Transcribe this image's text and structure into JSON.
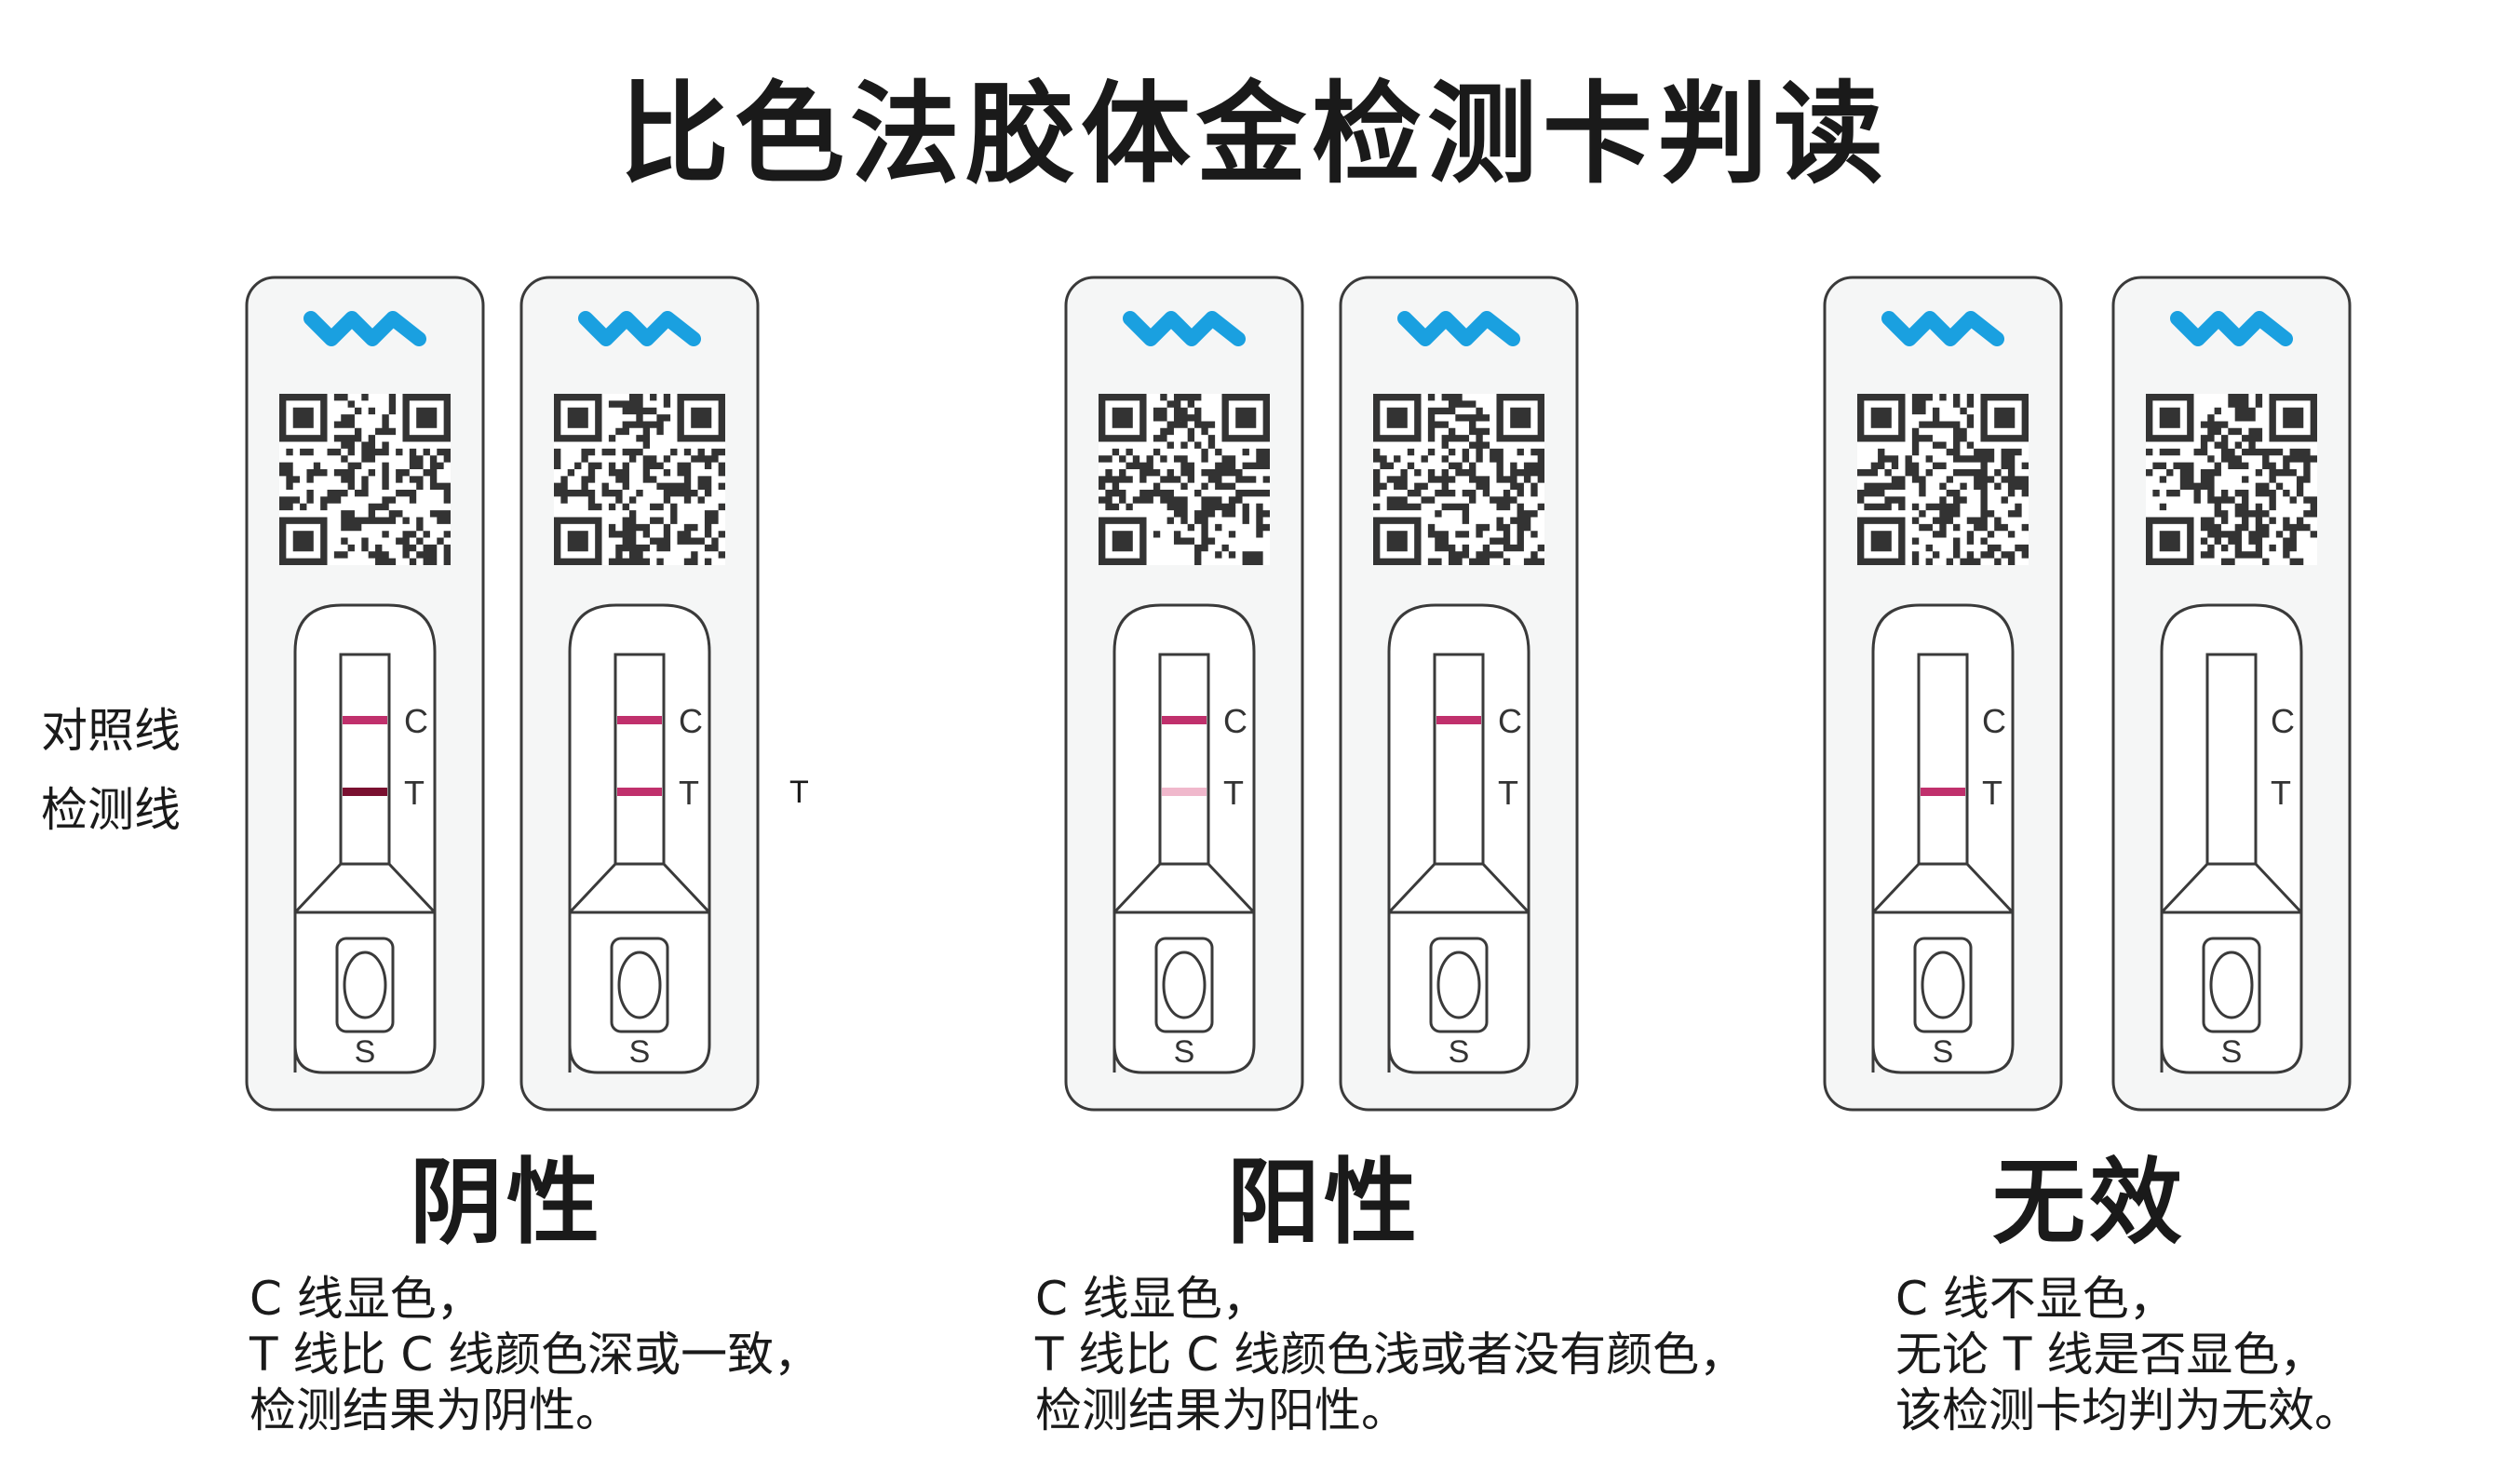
{
  "title": "比色法胶体金检测卡判读",
  "side_labels": {
    "control": "对照线",
    "test": "检测线"
  },
  "stray_label": "T",
  "card_labels": {
    "c": "C",
    "t": "T",
    "s": "S"
  },
  "colors": {
    "logo": "#1aa0e0",
    "line_strong": "#c0306c",
    "line_dark": "#7a1030",
    "line_faint": "#f0b8cc",
    "card_fill": "#f5f6f6",
    "outline": "#3a3a3a"
  },
  "groups": [
    {
      "title": "阴性",
      "desc": [
        "C 线显色，",
        "T 线比 C 线颜色深或一致，",
        "检测结果为阴性。"
      ],
      "cards": [
        {
          "c_line": "strong",
          "t_line": "dark"
        },
        {
          "c_line": "strong",
          "t_line": "strong"
        }
      ]
    },
    {
      "title": "阳性",
      "desc": [
        "C 线显色，",
        "T 线比 C 线颜色浅或者没有颜色，",
        "检测结果为阳性。"
      ],
      "cards": [
        {
          "c_line": "strong",
          "t_line": "faint"
        },
        {
          "c_line": "strong",
          "t_line": "none"
        }
      ]
    },
    {
      "title": "无效",
      "desc": [
        "C 线不显色，",
        "无论 T 线是否显色，",
        "该检测卡均判为无效。"
      ],
      "cards": [
        {
          "c_line": "none",
          "t_line": "strong"
        },
        {
          "c_line": "none",
          "t_line": "none"
        }
      ]
    }
  ]
}
